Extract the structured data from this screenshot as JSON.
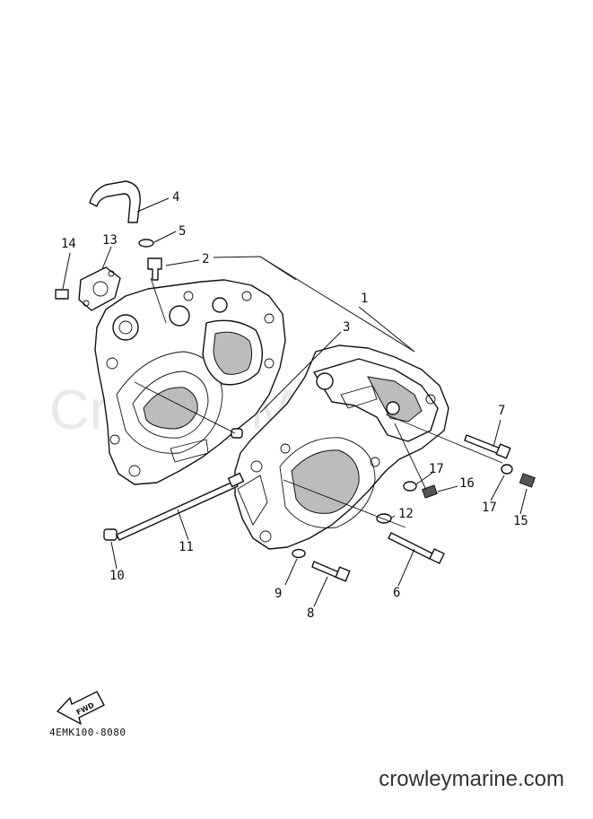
{
  "watermark": "CrowleyMarine",
  "diagram_code": "4EMK100-8080",
  "fwd_label": "FWD",
  "website": "crowleymarine.com",
  "callouts": {
    "c1": "1",
    "c2": "2",
    "c3": "3",
    "c4": "4",
    "c5": "5",
    "c6": "6",
    "c7": "7",
    "c8": "8",
    "c9": "9",
    "c10": "10",
    "c11": "11",
    "c12": "12",
    "c13": "13",
    "c14": "14",
    "c15": "15",
    "c16": "16",
    "c17a": "17",
    "c17b": "17"
  }
}
